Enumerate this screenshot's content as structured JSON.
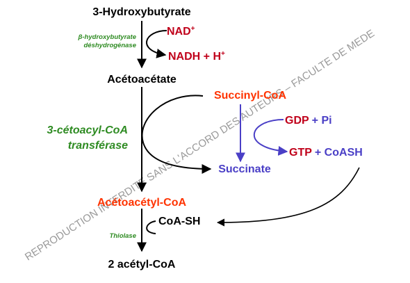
{
  "watermark": "REPRODUCTION INTERDITE SANS L'ACCORD DES AUTEURS – FACULTE DE MEDE",
  "colors": {
    "black": "#000000",
    "red_dark": "#c0001a",
    "orange_red": "#ff3300",
    "green": "#2e8b22",
    "blue": "#4a3fc6",
    "watermark": "#9a9a9a"
  },
  "nodes": {
    "hydroxybutyrate": "3-Hydroxybutyrate",
    "acetoacetate": "Acétoacétate",
    "acetoacetyl_coa": "Acétoacétyl-CoA",
    "acetyl_coa": "2 acétyl-CoA",
    "succinyl_coa": "Succinyl-CoA",
    "succinate": "Succinate",
    "coa_sh": "CoA-SH"
  },
  "cofactors": {
    "nad": "NAD",
    "nad_sup": "+",
    "nadh": "NADH + H",
    "nadh_sup": "+",
    "gdp": "GDP",
    "plus_pi": "+ Pi",
    "gtp": "GTP",
    "plus_coash": "+ CoASH"
  },
  "enzymes": {
    "dehydrogenase_line1": "β-hydroxybutyrate",
    "dehydrogenase_line2": "déshydrogénase",
    "transferase_line1": "3-cétoacyl-CoA",
    "transferase_line2": "transférase",
    "thiolase": "Thiolase"
  }
}
